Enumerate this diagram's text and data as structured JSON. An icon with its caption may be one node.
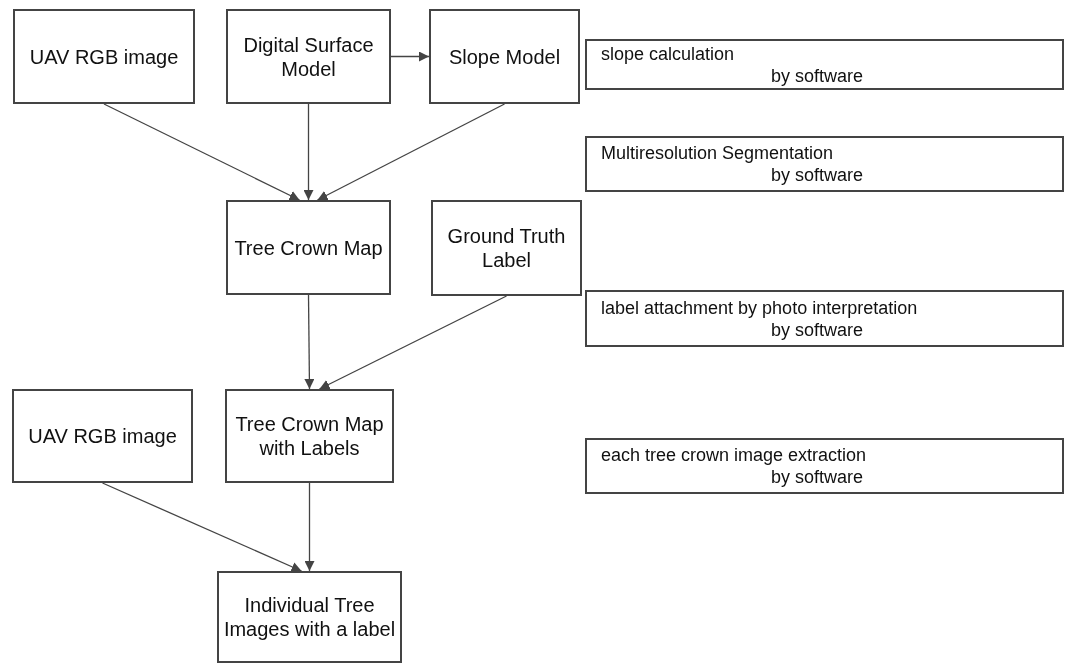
{
  "diagram": {
    "nodes": [
      {
        "text": [
          "UAV RGB image"
        ]
      },
      {
        "text": [
          "Digital Surface Model"
        ]
      },
      {
        "text": [
          "Slope Model"
        ]
      },
      {
        "text": [
          "Tree Crown Map"
        ]
      },
      {
        "text": [
          "Ground Truth Label"
        ]
      },
      {
        "text": [
          "Tree Crown Map with Labels"
        ]
      },
      {
        "text": [
          "UAV RGB image"
        ]
      },
      {
        "text": [
          "Individual Tree Images with a label"
        ]
      },
      {
        "text": [
          "slope calculation",
          "by software"
        ]
      },
      {
        "text": [
          "Multiresolution Segmentation",
          "by software"
        ]
      },
      {
        "text": [
          "label attachment by photo interpretation",
          "by software"
        ]
      },
      {
        "text": [
          "each tree crown image extraction",
          "by software"
        ]
      }
    ],
    "edges": [
      {
        "from": 1,
        "to": 2,
        "arrow": "to"
      },
      {
        "from": 0,
        "to": 3,
        "arrow": "to"
      },
      {
        "from": 1,
        "to": 3,
        "arrow": "to"
      },
      {
        "from": 2,
        "to": 3,
        "arrow": "to"
      },
      {
        "from": 3,
        "to": 5,
        "arrow": "to"
      },
      {
        "from": 4,
        "to": 5,
        "arrow": "to"
      },
      {
        "from": 6,
        "to": 7,
        "arrow": "to"
      },
      {
        "from": 5,
        "to": 7,
        "arrow": "to"
      }
    ]
  }
}
